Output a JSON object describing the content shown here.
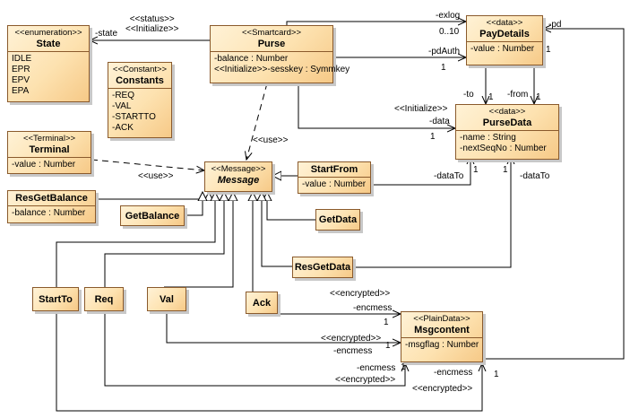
{
  "classes": {
    "state": {
      "stereotype": "<<enumeration>>",
      "name": "State",
      "literals": [
        "IDLE",
        "EPR",
        "EPV",
        "EPA"
      ]
    },
    "purse": {
      "stereotype": "<<Smartcard>>",
      "name": "Purse",
      "attributes": [
        "-balance : Number",
        "<<Initialize>>-sesskey : Symmkey"
      ]
    },
    "pay_details": {
      "stereotype": "<<data>>",
      "name": "PayDetails",
      "attributes": [
        "-value : Number"
      ]
    },
    "constants": {
      "stereotype": "<<Constant>>",
      "name": "Constants",
      "attributes": [
        "-REQ",
        "-VAL",
        "-STARTTO",
        "-ACK"
      ]
    },
    "purse_data": {
      "stereotype": "<<data>>",
      "name": "PurseData",
      "attributes": [
        "-name : String",
        "-nextSeqNo : Number"
      ]
    },
    "terminal": {
      "stereotype": "<<Terminal>>",
      "name": "Terminal",
      "attributes": [
        "-value : Number"
      ]
    },
    "message": {
      "stereotype": "<<Message>>",
      "name": "Message"
    },
    "start_from": {
      "name": "StartFrom",
      "attributes": [
        "-value : Number"
      ]
    },
    "res_get_balance": {
      "name": "ResGetBalance",
      "attributes": [
        "-balance : Number"
      ]
    },
    "get_balance": {
      "name": "GetBalance"
    },
    "get_data": {
      "name": "GetData"
    },
    "res_get_data": {
      "name": "ResGetData"
    },
    "start_to": {
      "name": "StartTo"
    },
    "req": {
      "name": "Req"
    },
    "val": {
      "name": "Val"
    },
    "ack": {
      "name": "Ack"
    },
    "msgcontent": {
      "stereotype": "<<PlainData>>",
      "name": "Msgcontent",
      "attributes": [
        "-msgflag : Number"
      ]
    }
  },
  "labels": {
    "status_init": "<<status>>\n<<Initialize>>",
    "state_role": "-state",
    "exlog": "-exlog",
    "exlog_mult": "0..10",
    "pd_auth": "-pdAuth",
    "pd_auth_mult": "1",
    "pd": "-pd",
    "pd_mult": "1",
    "to_role": "-to",
    "from_role": "-from",
    "to_mult": "1",
    "from_mult": "1",
    "data_init": "<<Initialize>>",
    "data_role": "-data",
    "data_mult": "1",
    "use_purse": "<<use>>",
    "use_terminal": "<<use>>",
    "data_to_1": "-dataTo",
    "data_to_1_mult": "1",
    "data_to_2": "-dataTo",
    "data_to_2_mult": "1",
    "ack_enc_stereo": "<<encrypted>>",
    "ack_enc_role": "-encmess",
    "ack_enc_mult": "1",
    "val_enc_stereo": "<<encrypted>>",
    "val_enc_role": "-encmess",
    "val_enc_mult": "1",
    "req_enc_role": "-encmess",
    "req_enc_stereo": "<<encrypted>>",
    "req_enc_mult": "1",
    "startto_enc_role": "-encmess",
    "startto_enc_stereo": "<<encrypted>>",
    "startto_enc_mult": "1"
  }
}
